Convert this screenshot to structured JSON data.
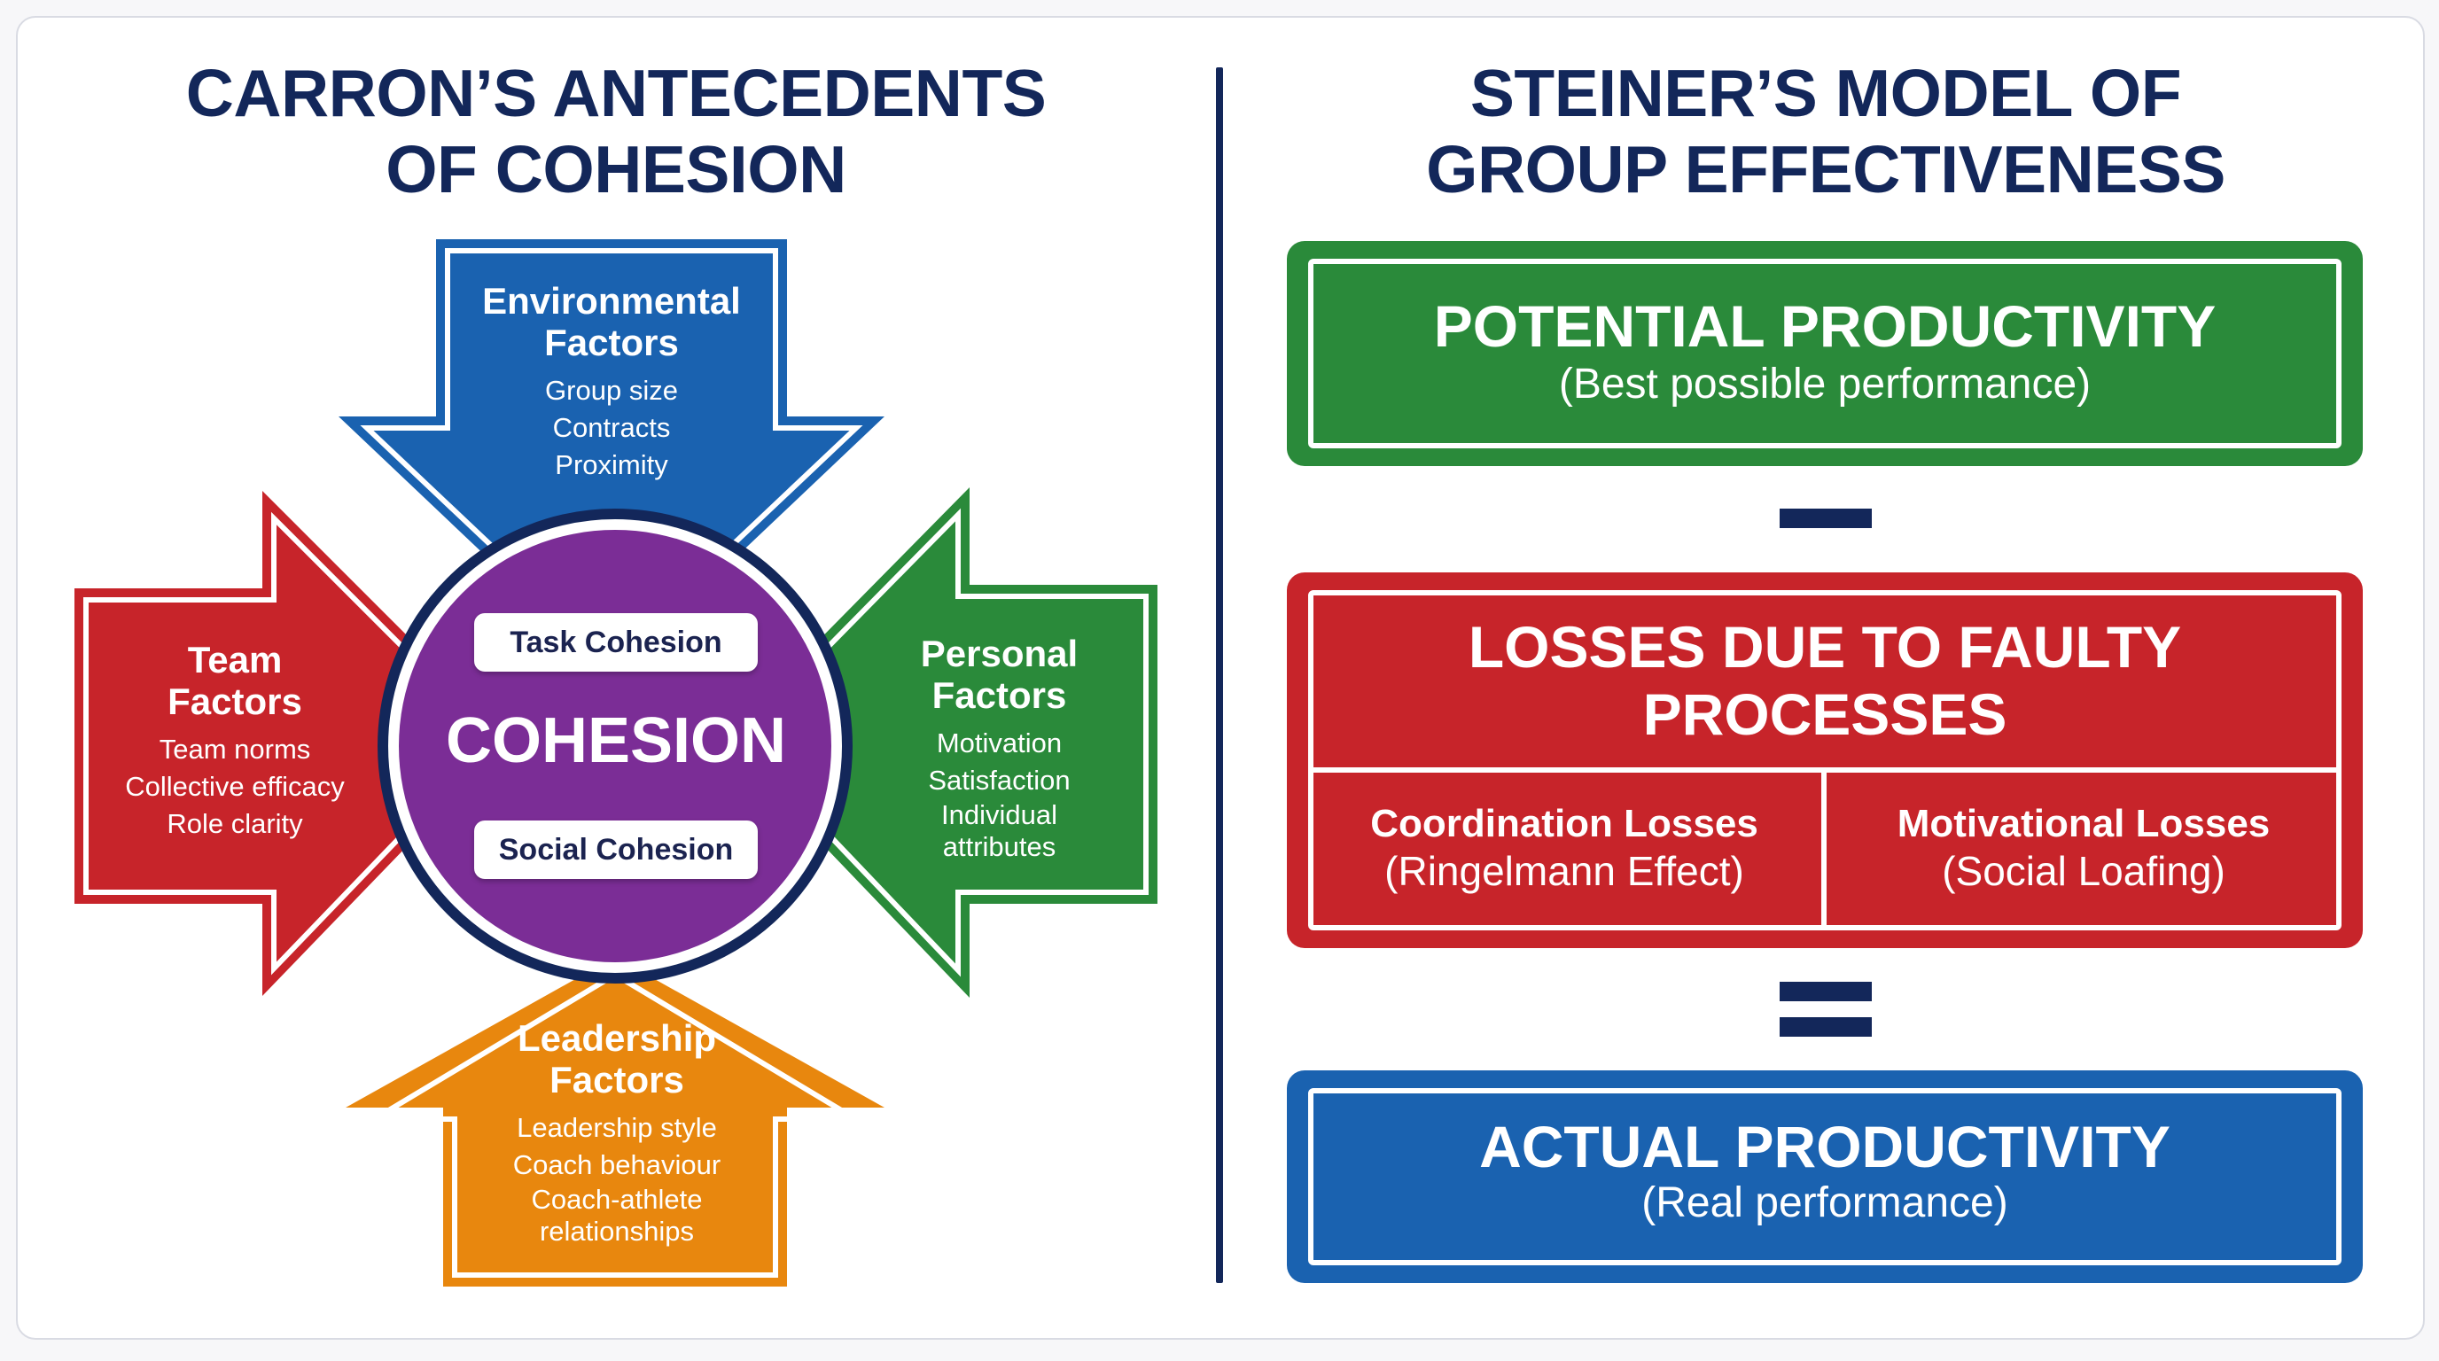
{
  "carron": {
    "title_line1": "CARRON’S ANTECEDENTS",
    "title_line2": "OF COHESION",
    "environmental": {
      "title_line1": "Environmental",
      "title_line2": "Factors",
      "items": [
        "Group size",
        "Contracts",
        "Proximity"
      ]
    },
    "team": {
      "title_line1": "Team",
      "title_line2": "Factors",
      "items": [
        "Team norms",
        "Collective efficacy",
        "Role clarity"
      ]
    },
    "personal": {
      "title_line1": "Personal",
      "title_line2": "Factors",
      "items": [
        "Motivation",
        "Satisfaction",
        "Individual",
        "attributes"
      ]
    },
    "leadership": {
      "title_line1": "Leadership",
      "title_line2": "Factors",
      "items": [
        "Leadership style",
        "Coach behaviour",
        "Coach-athlete",
        "relationships"
      ]
    },
    "center": {
      "label": "COHESION",
      "task_label": "Task Cohesion",
      "social_label": "Social Cohesion"
    }
  },
  "steiner": {
    "title_line1": "STEINER’S MODEL OF",
    "title_line2": "GROUP EFFECTIVENESS",
    "potential": {
      "title": "POTENTIAL PRODUCTIVITY",
      "subtitle": "(Best possible performance)"
    },
    "losses": {
      "title_line1": "LOSSES DUE TO FAULTY",
      "title_line2": "PROCESSES",
      "coordination": {
        "title": "Coordination Losses",
        "subtitle": "(Ringelmann Effect)"
      },
      "motivational": {
        "title": "Motivational Losses",
        "subtitle": "(Social Loafing)"
      }
    },
    "actual": {
      "title": "ACTUAL PRODUCTIVITY",
      "subtitle": "(Real performance)"
    },
    "operators": {
      "first": "minus",
      "second": "equals"
    }
  },
  "colors": {
    "navy": "#13275a",
    "blue": "#1a62b0",
    "red": "#c7242a",
    "green": "#2a8a3a",
    "orange": "#e8870e",
    "purple": "#7b2d96"
  }
}
